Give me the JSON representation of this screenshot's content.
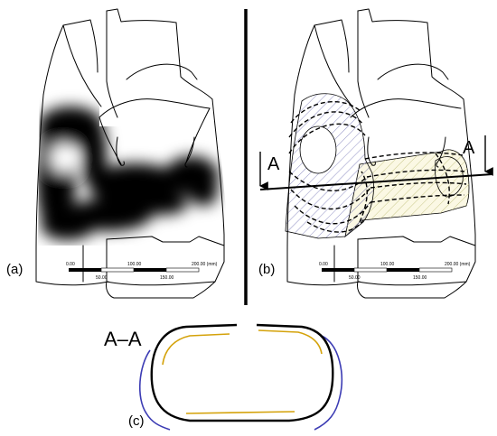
{
  "panels": {
    "a": {
      "label": "(a)"
    },
    "b": {
      "label": "(b)",
      "section_left": "A",
      "section_right": "A"
    },
    "c": {
      "label": "(c)",
      "section_title": "A–A"
    }
  },
  "scale_bar": {
    "ticks_top": [
      "0.00",
      "100.00",
      "200.00 (mm)"
    ],
    "ticks_bottom": [
      "50.00",
      "150.00"
    ]
  },
  "colors": {
    "hatch_left": "#8f8fc4",
    "hatch_right": "#c9c98c",
    "fill_right": "#fbf8e4",
    "section_inner": "#d4a20a",
    "section_outer": "#3c3cb4",
    "section_main": "#000000"
  }
}
